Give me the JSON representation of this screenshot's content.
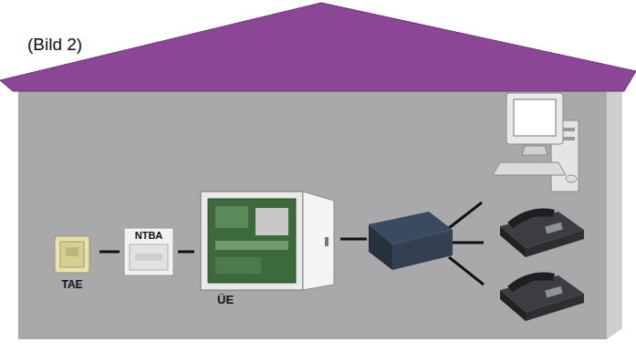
{
  "diagram": {
    "nodes": [
      {
        "text": [
          "TAE"
        ]
      },
      {
        "text": [
          "NTBA"
        ]
      },
      {
        "text": [
          "ÜE"
        ]
      }
    ],
    "edges": [
      {
        "from": 0,
        "to": 1,
        "arrow": "none"
      },
      {
        "from": 1,
        "to": 2,
        "arrow": "none"
      }
    ],
    "labels": [
      "(Bild 2)"
    ]
  }
}
